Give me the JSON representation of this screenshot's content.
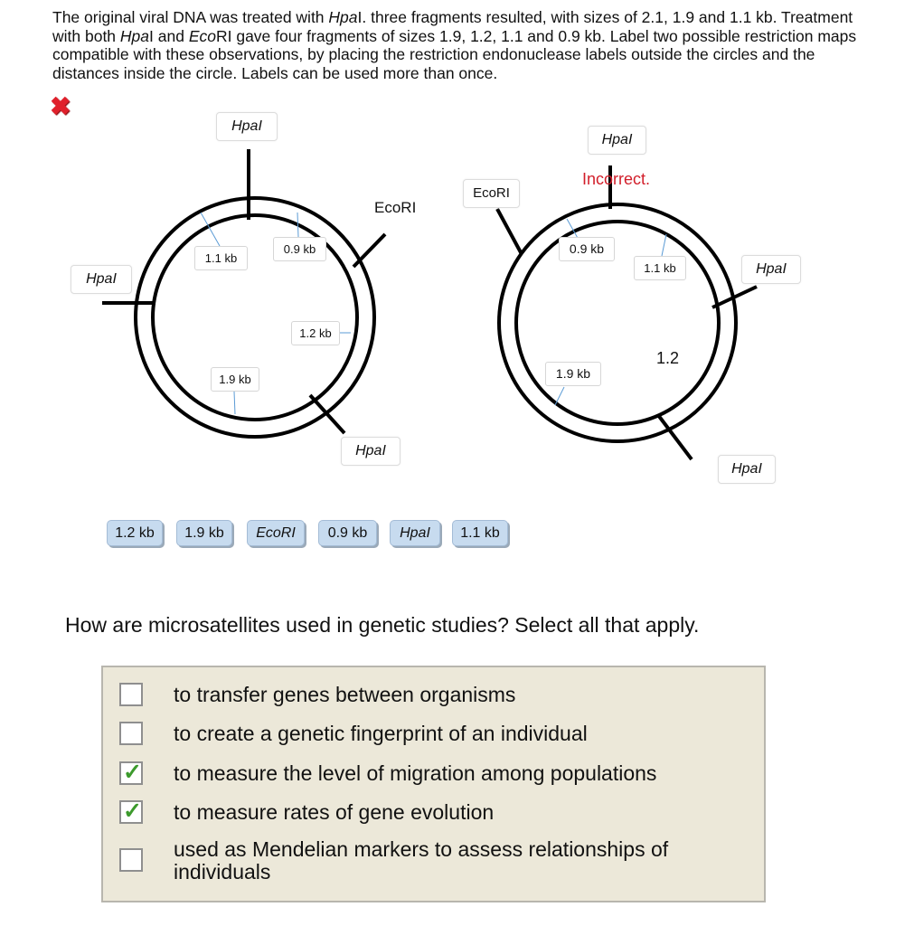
{
  "question": {
    "part1": "The original viral DNA was treated with ",
    "hpa": "Hpa",
    "part2": "I. three fragments resulted, with sizes of 2.1, 1.9 and 1.1 kb. Treatment with both ",
    "part3": "I and ",
    "eco": "Eco",
    "part4": "RI gave four fragments of sizes 1.9, 1.2, 1.1 and 0.9 kb. Label two possible restriction maps compatible with these observations, by placing the restriction endonuclease labels outside the circles and the distances inside the circle. Labels can be used more than once."
  },
  "feedback": {
    "wrong_icon": "✖",
    "incorrect_text": "Incorrect."
  },
  "map_left": {
    "hpa_top": "HpaI",
    "hpa_left": "HpaI",
    "hpa_bottom": "HpaI",
    "eco_plain": "EcoRI",
    "d_11": "1.1 kb",
    "d_09": "0.9 kb",
    "d_12": "1.2 kb",
    "d_19": "1.9 kb"
  },
  "map_right": {
    "hpa_top": "HpaI",
    "eco": "EcoRI",
    "hpa_right": "HpaI",
    "hpa_bottom": "HpaI",
    "d_09": "0.9 kb",
    "d_11": "1.1 kb",
    "d_19": "1.9 kb",
    "d_12_plain": "1.2"
  },
  "tray": [
    "1.2 kb",
    "1.9 kb",
    "EcoRI",
    "0.9 kb",
    "HpaI",
    "1.1 kb"
  ],
  "question2": {
    "prompt": "How are microsatellites used in genetic studies? Select all that apply.",
    "options": [
      {
        "text": "to transfer genes between organisms",
        "checked": false
      },
      {
        "text": "to create a genetic fingerprint of an individual",
        "checked": false
      },
      {
        "text": "to measure the level of migration among populations",
        "checked": true
      },
      {
        "text": "to measure rates of gene evolution",
        "checked": true
      },
      {
        "text": "used as Mendelian markers to assess relationships of individuals",
        "checked": false
      }
    ],
    "check_glyph": "✓"
  },
  "colors": {
    "tray_chip": "#c7dbef",
    "options_bg": "#ece8d9",
    "incorrect": "#d21e2a",
    "check": "#3c9a2c"
  }
}
